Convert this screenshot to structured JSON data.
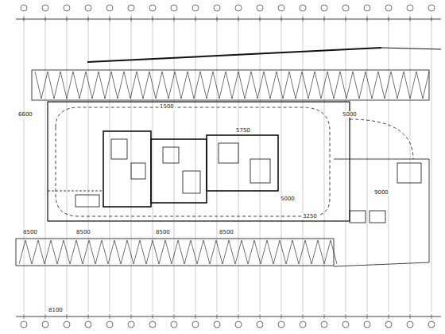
{
  "diagram": {
    "labels": [
      "8500",
      "8500",
      "8500",
      "8500",
      "3250",
      "5750",
      "5000",
      "5000",
      "1500",
      "9000",
      "6600",
      "8100"
    ]
  }
}
